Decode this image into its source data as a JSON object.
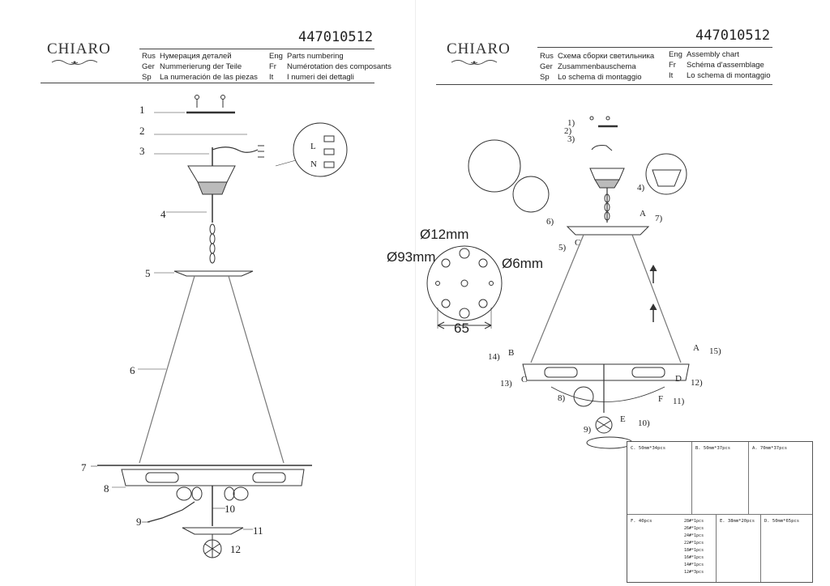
{
  "brand": "CHIARO",
  "product_code": "447010512",
  "left_page": {
    "header": [
      {
        "code": "Rus",
        "text": "Нумерация деталей"
      },
      {
        "code": "Ger",
        "text": "Nummerierung der Teile"
      },
      {
        "code": "Sp",
        "text": "La numeración de las piezas"
      },
      {
        "code": "Eng",
        "text": "Parts numbering"
      },
      {
        "code": "Fr",
        "text": "Numérotation des composants"
      },
      {
        "code": "It",
        "text": "I numeri dei dettagli"
      }
    ],
    "part_numbers": [
      "1",
      "2",
      "3",
      "4",
      "5",
      "6",
      "7",
      "8",
      "9",
      "10",
      "11",
      "12"
    ],
    "wire_letters": {
      "L": "L",
      "N": "N"
    }
  },
  "right_page": {
    "header": [
      {
        "code": "Rus",
        "text": "Схема сборки светильника"
      },
      {
        "code": "Ger",
        "text": "Zusammenbauschema"
      },
      {
        "code": "Sp",
        "text": "Lo schema di montaggio"
      },
      {
        "code": "Eng",
        "text": "Assembly chart"
      },
      {
        "code": "Fr",
        "text": "Schéma d'assemblage"
      },
      {
        "code": "It",
        "text": "Lo schema di montaggio"
      }
    ],
    "steps": [
      "1)",
      "2)",
      "3)",
      "4)",
      "5)",
      "6)",
      "7)",
      "8)",
      "9)",
      "10)",
      "11)",
      "12)",
      "13)",
      "14)",
      "15)"
    ],
    "crystal_letters": [
      "A",
      "A",
      "B",
      "C",
      "C",
      "D",
      "E",
      "F"
    ],
    "dimensions": {
      "d12": "Ø12mm",
      "d93": "Ø93mm",
      "d6": "Ø6mm",
      "w65": "65"
    },
    "table": {
      "c": "C. 50mm*34pcs",
      "b": "B. 50mm*37pcs",
      "a": "A. 70mm*37pcs",
      "f": "F. 40pcs",
      "e": "E. 38mm*20pcs",
      "d": "D. 50mm*65pcs",
      "f_items": [
        "28#*1pcs",
        "26#*1pcs",
        "24#*1pcs",
        "22#*1pcs",
        "18#*1pcs",
        "16#*1pcs",
        "14#*1pcs",
        "12#*3pcs"
      ]
    }
  }
}
